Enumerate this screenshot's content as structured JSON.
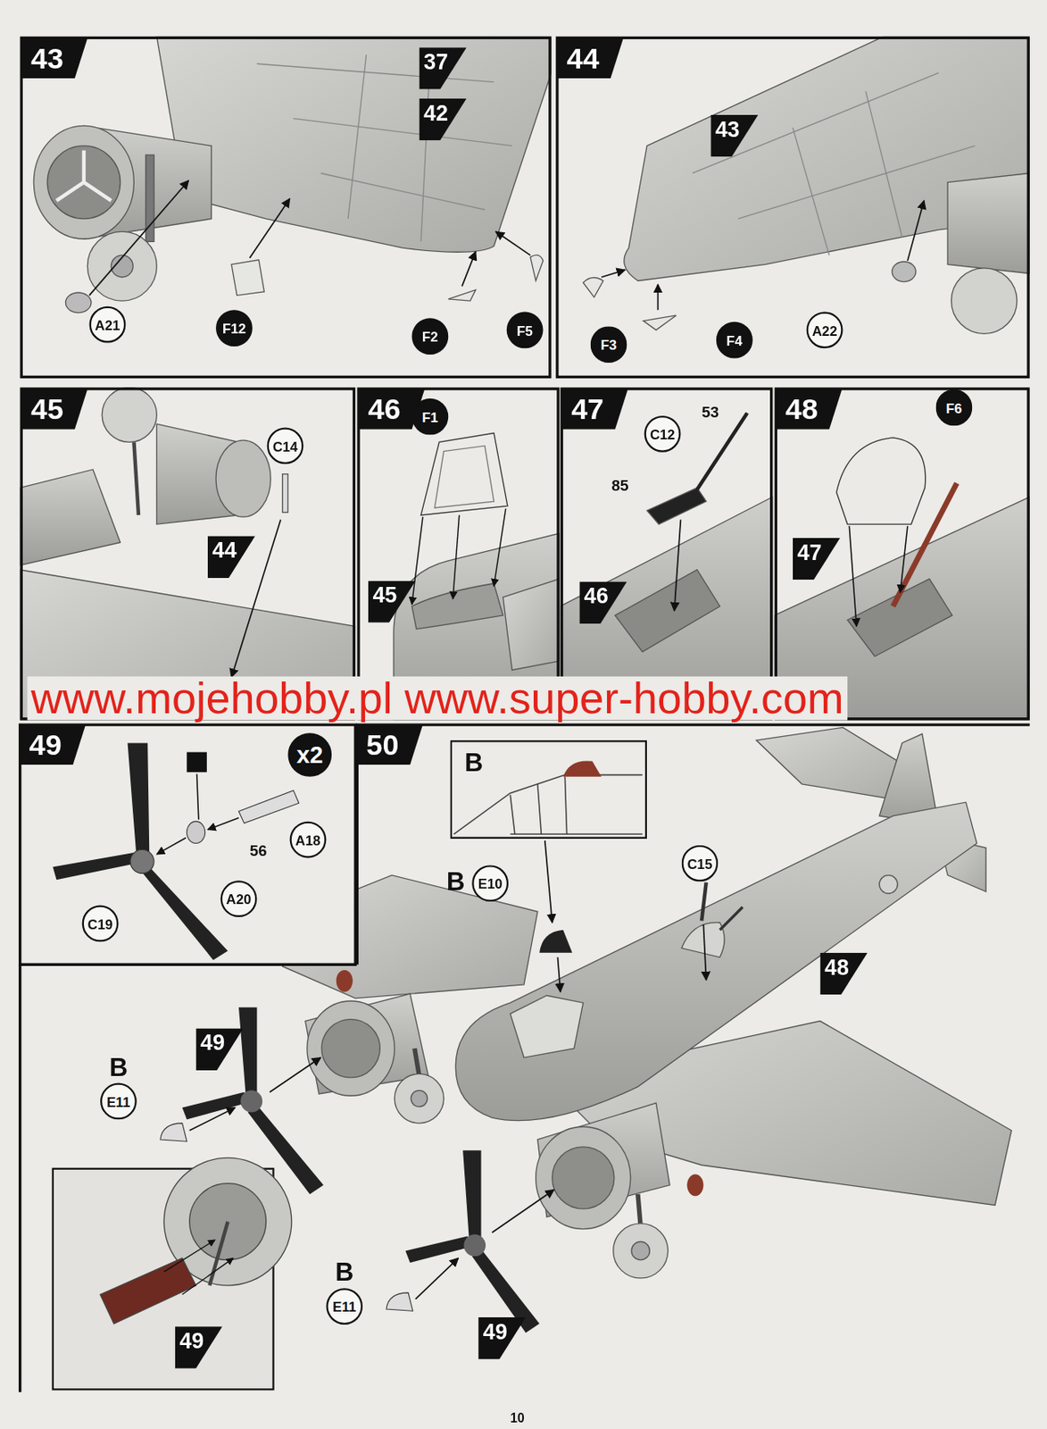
{
  "diagram": {
    "nodes": [
      {
        "text": [
          "43"
        ]
      },
      {
        "text": [
          "37"
        ],
        "in": 0
      },
      {
        "text": [
          "42"
        ],
        "in": 0
      },
      {
        "text": [
          "A21"
        ],
        "in": 0
      },
      {
        "text": [
          "F12"
        ],
        "in": 0
      },
      {
        "text": [
          "F2"
        ],
        "in": 0
      },
      {
        "text": [
          "F5"
        ],
        "in": 0
      },
      {
        "text": [
          "44"
        ]
      },
      {
        "text": [
          "43"
        ],
        "in": 7
      },
      {
        "text": [
          "F3"
        ],
        "in": 7
      },
      {
        "text": [
          "F4"
        ],
        "in": 7
      },
      {
        "text": [
          "A22"
        ],
        "in": 7
      },
      {
        "text": [
          "45"
        ]
      },
      {
        "text": [
          "C14"
        ],
        "in": 12
      },
      {
        "text": [
          "44"
        ],
        "in": 12
      },
      {
        "text": [
          "46"
        ]
      },
      {
        "text": [
          "F1"
        ],
        "in": 15
      },
      {
        "text": [
          "45"
        ],
        "in": 15
      },
      {
        "text": [
          "47"
        ]
      },
      {
        "text": [
          "C12"
        ],
        "in": 18
      },
      {
        "text": [
          "46"
        ],
        "in": 18
      },
      {
        "text": [
          "48"
        ]
      },
      {
        "text": [
          "F6"
        ],
        "in": 21
      },
      {
        "text": [
          "47"
        ],
        "in": 21
      },
      {
        "text": [
          "49"
        ]
      },
      {
        "text": [
          "x2"
        ],
        "in": 24
      },
      {
        "text": [
          "A18"
        ],
        "in": 24
      },
      {
        "text": [
          "A20"
        ],
        "in": 24
      },
      {
        "text": [
          "C19"
        ],
        "in": 24
      },
      {
        "text": [
          "50"
        ]
      },
      {
        "text": [
          "B"
        ],
        "in": 29
      },
      {
        "text": [
          "E10"
        ],
        "in": 29
      },
      {
        "text": [
          "C15"
        ],
        "in": 29
      },
      {
        "text": [
          "48"
        ],
        "in": 29
      },
      {
        "text": [
          "49"
        ],
        "in": 29
      },
      {
        "text": [
          "E11"
        ],
        "in": 29
      },
      {
        "text": [
          "E11"
        ],
        "in": 29
      },
      {
        "text": [
          "49"
        ],
        "in": 29
      },
      {
        "text": [
          "49"
        ],
        "in": 29
      }
    ],
    "labels": [
      "53",
      "85",
      "www.mojehobby.pl www.super-hobby.com",
      "56",
      "B",
      "B",
      "B",
      "10"
    ]
  }
}
